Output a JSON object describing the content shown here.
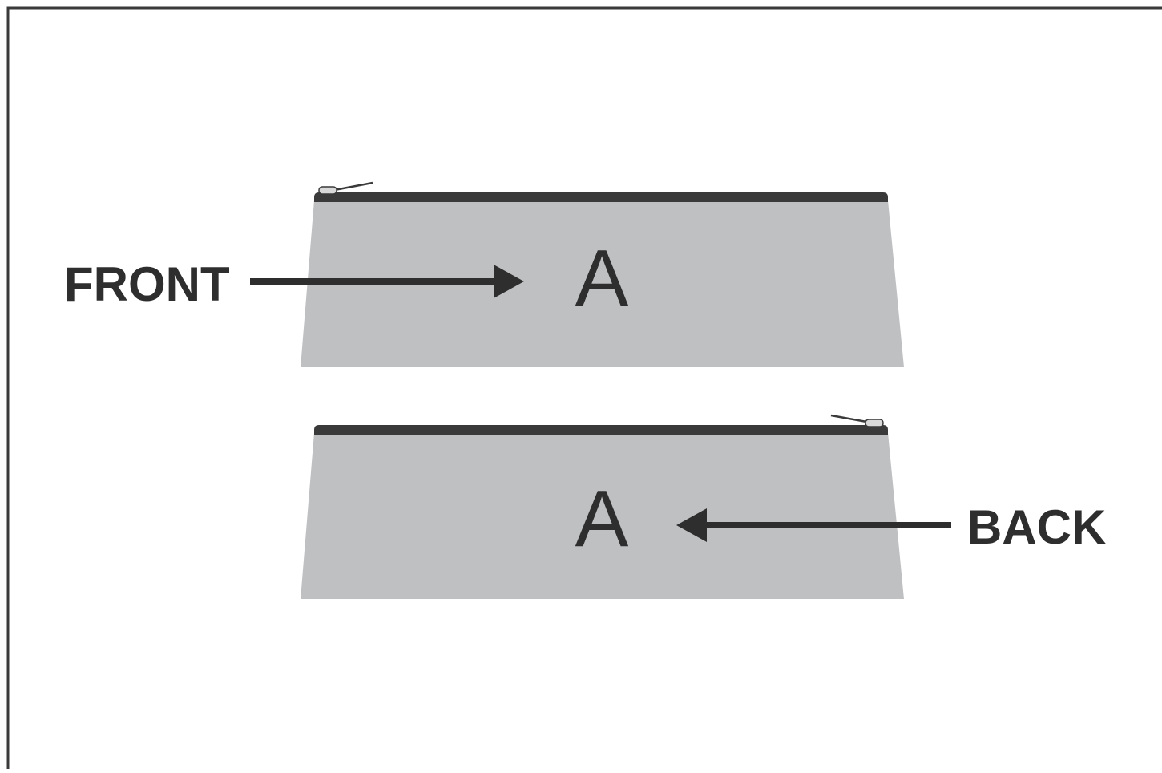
{
  "diagram": {
    "colors": {
      "background": "#ffffff",
      "frame": "#3a3a3a",
      "pouch_fill": "#bfc0c2",
      "zipper": "#3a3a3a",
      "text": "#2e2e2e",
      "arrow": "#2e2e2e"
    },
    "front": {
      "label": "FRONT",
      "panel_letter": "A",
      "arrow_direction": "right"
    },
    "back": {
      "label": "BACK",
      "panel_letter": "A",
      "arrow_direction": "left"
    }
  }
}
